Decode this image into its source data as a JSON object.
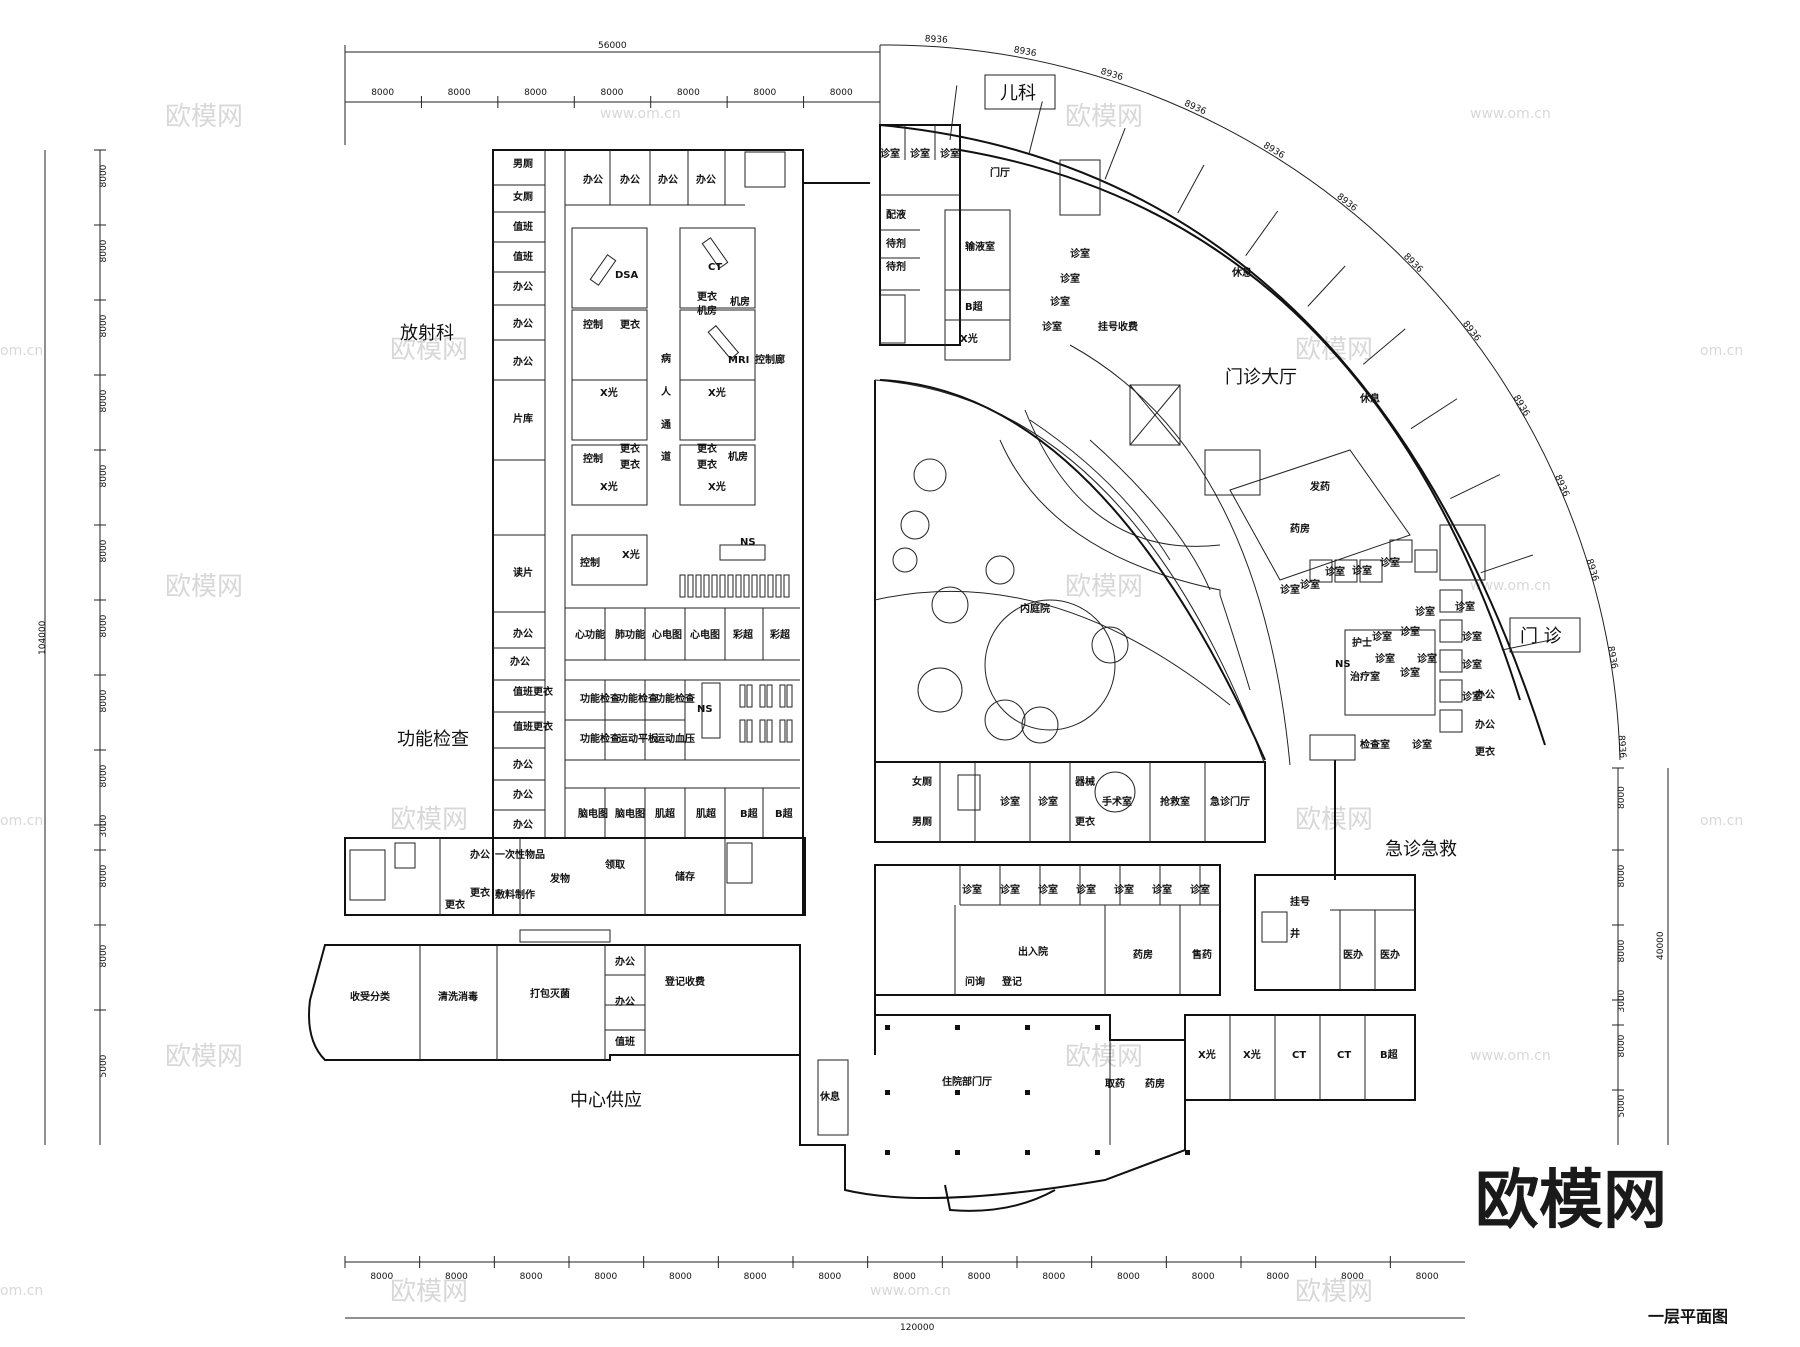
{
  "title": "一层平面图",
  "departments": [
    {
      "id": "radiology",
      "label": "放射科"
    },
    {
      "id": "function",
      "label": "功能检查"
    },
    {
      "id": "supply",
      "label": "中心供应"
    },
    {
      "id": "pediatrics",
      "label": "儿科"
    },
    {
      "id": "hall",
      "label": "门诊大厅"
    },
    {
      "id": "outpatient",
      "label": "门 诊"
    },
    {
      "id": "emergency",
      "label": "急诊急救"
    }
  ],
  "dimensions": {
    "top_total": "56000",
    "top_segments": [
      "8000",
      "8000",
      "8000",
      "8000",
      "8000",
      "8000",
      "8000"
    ],
    "left_total": "104000",
    "left_segments": [
      "8000",
      "8000",
      "8000",
      "8000",
      "8000",
      "8000",
      "8000",
      "8000",
      "8000",
      "3000",
      "8000",
      "8000",
      "5000"
    ],
    "bottom_total": "120000",
    "bottom_segments": [
      "8000",
      "8000",
      "8000",
      "8000",
      "8000",
      "8000",
      "8000",
      "8000",
      "8000",
      "8000",
      "8000",
      "8000",
      "8000",
      "8000",
      "8000"
    ],
    "right_total": "40000",
    "right_segments": [
      "8000",
      "8000",
      "8000",
      "3000",
      "8000",
      "5000"
    ],
    "arc_segments": [
      "8936",
      "8936",
      "8936",
      "8936",
      "8936",
      "8936",
      "8936",
      "8936",
      "8936",
      "8936",
      "8936",
      "8936",
      "8936"
    ]
  },
  "rooms": {
    "radiology_left": [
      "男厕",
      "女厕",
      "值班",
      "值班",
      "办公",
      "办公",
      "办公",
      "片库",
      "读片"
    ],
    "radiology_top": [
      "办公",
      "办公",
      "办公",
      "办公"
    ],
    "radiology_center": [
      "DSA",
      "CT",
      "更衣",
      "机房",
      "控制",
      "更衣",
      "机房",
      "MRI",
      "控制廊",
      "病",
      "人",
      "通",
      "道",
      "X光",
      "X光",
      "控制",
      "更衣",
      "更衣",
      "更衣",
      "更衣",
      "机房",
      "X光",
      "X光",
      "控制",
      "X光",
      "NS"
    ],
    "function_left": [
      "办公",
      "办公",
      "值班更衣",
      "值班更衣",
      "办公",
      "办公",
      "办公"
    ],
    "function_center": [
      "心功能",
      "肺功能",
      "心电图",
      "心电图",
      "彩超",
      "彩超",
      "功能检查",
      "功能检查",
      "功能检查",
      "功能检查",
      "运动平板",
      "运动血压",
      "NS",
      "脑电图",
      "脑电图",
      "肌超",
      "肌超",
      "B超",
      "B超"
    ],
    "supply": [
      "办公",
      "一次性物品",
      "更衣",
      "更衣",
      "敷料制作",
      "发物",
      "领取",
      "储存",
      "收受分类",
      "清洗消毒",
      "打包灭菌",
      "办公",
      "办公",
      "登记收费",
      "值班"
    ],
    "pediatrics": [
      "诊室",
      "诊室",
      "诊室",
      "门厅",
      "配液",
      "待剂",
      "待剂",
      "输液室",
      "B超",
      "X光",
      "诊室",
      "诊室",
      "诊室",
      "诊室",
      "挂号收费"
    ],
    "hall": [
      "休息",
      "休息",
      "发药",
      "药房",
      "诊室",
      "诊室",
      "诊室",
      "诊室",
      "诊室"
    ],
    "outpatient": [
      "诊室",
      "护士",
      "诊室",
      "NS",
      "治疗室",
      "诊室",
      "诊室",
      "诊室",
      "诊室",
      "诊室",
      "诊室",
      "诊室",
      "诊室",
      "办公",
      "办公",
      "更衣",
      "检查室",
      "诊室"
    ],
    "courtyard": [
      "内庭院"
    ],
    "emergency": [
      "女厕",
      "男厕",
      "诊室",
      "诊室",
      "器械",
      "更衣",
      "手术室",
      "抢救室",
      "急诊门厅",
      "诊室",
      "诊室",
      "诊室",
      "诊室",
      "诊室",
      "诊室",
      "诊室",
      "挂号",
      "井",
      "医办",
      "医办"
    ],
    "inpatient": [
      "出入院",
      "药房",
      "售药",
      "问询",
      "登记",
      "住院部门厅",
      "休息",
      "取药",
      "药房",
      "X光",
      "X光",
      "CT",
      "CT",
      "B超"
    ]
  },
  "watermarks": {
    "text": "欧模网",
    "url": "www.om.cn",
    "edge": "om.cn",
    "logo": "欧模网"
  }
}
